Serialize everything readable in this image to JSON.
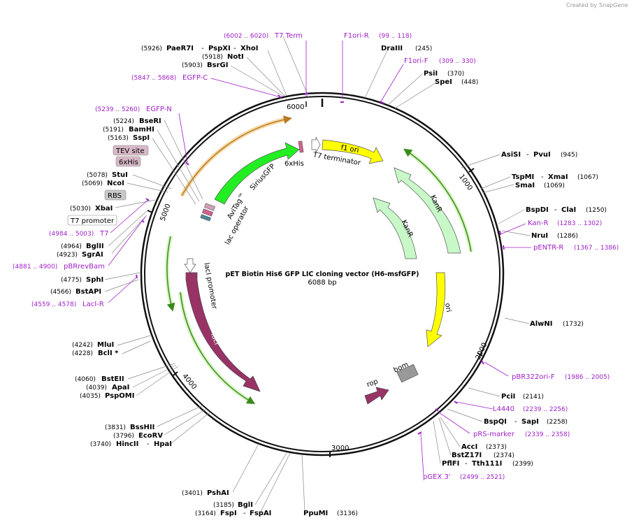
{
  "header": {
    "created_by": "Created by",
    "brand": "SnapGene"
  },
  "map": {
    "title": "pET Biotin His6 GFP LIC cloning vector (H6-msfGFP)",
    "length": "6088 bp",
    "ticks": [
      "1000",
      "2000",
      "3000",
      "4000",
      "5000",
      "6000"
    ]
  },
  "features": {
    "siriusgfp": "SiriusGFP",
    "his6": "6xHis",
    "avitag": "AviTag™",
    "lac_operator": "lac operator",
    "t7_terminator": "T7 terminator",
    "f1_ori": "f1 ori",
    "kanr_1": "KanR",
    "kanr_2": "KanR",
    "ori": "ori",
    "laci_promoter": "lacI promoter",
    "laci": "lacI",
    "rop": "rop",
    "bom": "bom"
  },
  "boxed": {
    "tev": "TEV site",
    "his6": "6xHis",
    "rbs": "RBS",
    "t7_promoter": "T7 promoter"
  },
  "enzymes": {
    "paer7i": "PaeR7I",
    "paer7i_pos": "(5926)",
    "pspxi": "PspXI",
    "xhoi": "XhoI",
    "noti": "NotI",
    "noti_pos": "(5918)",
    "bsrgi": "BsrGI",
    "bsrgi_pos": "(5903)",
    "drai": "DraIII",
    "drai_pos": "(245)",
    "psii": "PsiI",
    "psii_pos": "(370)",
    "spei": "SpeI",
    "spei_pos": "(448)",
    "bseri": "BseRI",
    "bseri_pos": "(5224)",
    "bamhi": "BamHI",
    "bamhi_pos": "(5191)",
    "sspi": "SspI",
    "sspi_pos": "(5163)",
    "stui": "StuI",
    "stui_pos": "(5078)",
    "ncoi": "NcoI",
    "ncoi_pos": "(5069)",
    "xbai": "XbaI",
    "xbai_pos": "(5030)",
    "bglii": "BglII",
    "bglii_pos": "(4964)",
    "sgrai": "SgrAI",
    "sgrai_pos": "(4923)",
    "sphi": "SphI",
    "sphi_pos": "(4775)",
    "bstapi": "BstAPI",
    "bstapi_pos": "(4566)",
    "mlui": "MluI",
    "mlui_pos": "(4242)",
    "bcli": "BclI *",
    "bcli_pos": "(4228)",
    "bsteii": "BstEII",
    "bsteii_pos": "(4060)",
    "apai": "ApaI",
    "apai_pos": "(4039)",
    "pspomi": "PspOMI",
    "pspomi_pos": "(4035)",
    "bsshii": "BssHII",
    "bsshii_pos": "(3831)",
    "ecorv": "EcoRV",
    "ecorv_pos": "(3796)",
    "hincii": "HincII",
    "hpai": "HpaI",
    "hincii_pos": "(3740)",
    "pshai": "PshAI",
    "pshai_pos": "(3401)",
    "bgli": "BglI",
    "bgli_pos": "(3185)",
    "fspi": "FspI",
    "fspai": "FspAI",
    "fspi_pos": "(3164)",
    "ppumi": "PpuMI",
    "ppumi_pos": "(3136)",
    "asisi": "AsiSI",
    "pvui": "PvuI",
    "asisi_pos": "(945)",
    "tspmi": "TspMI",
    "xmai": "XmaI",
    "tspmi_pos": "(1067)",
    "smai": "SmaI",
    "smai_pos": "(1069)",
    "bspdi": "BspDI",
    "clai": "ClaI",
    "bspdi_pos": "(1250)",
    "nrui": "NruI",
    "nrui_pos": "(1286)",
    "alwni": "AlwNI",
    "alwni_pos": "(1732)",
    "pcii": "PciI",
    "pcii_pos": "(2141)",
    "bspqi": "BspQI",
    "sapi": "SapI",
    "bspqi_pos": "(2258)",
    "acci": "AccI",
    "acci_pos": "(2373)",
    "bstz17i": "BstZ17I",
    "bstz17i_pos": "(2374)",
    "pflfi": "PflFI",
    "tth111i": "Tth111I",
    "pflfi_pos": "(2399)"
  },
  "primers": {
    "t7term": "T7 Term",
    "t7term_pos": "(6002 .. 6020)",
    "f1orir": "F1ori-R",
    "f1orir_pos": "(99 .. 118)",
    "f1orif": "F1ori-F",
    "f1orif_pos": "(309 .. 330)",
    "egfpc": "EGFP-C",
    "egfpc_pos": "(5847 .. 5868)",
    "egfpn": "EGFP-N",
    "egfpn_pos": "(5239 .. 5260)",
    "t7": "T7",
    "t7_pos": "(4984 .. 5003)",
    "pbrrevbam": "pBRrevBam",
    "pbrrevbam_pos": "(4881 .. 4900)",
    "lacir": "LacI-R",
    "lacir_pos": "(4559 .. 4578)",
    "kanr": "Kan-R",
    "kanr_pos": "(1283 .. 1302)",
    "pentrr": "pENTR-R",
    "pentrr_pos": "(1367 .. 1386)",
    "pbr322orif": "pBR322ori-F",
    "pbr322orif_pos": "(1986 .. 2005)",
    "l4440": "L4440",
    "l4440_pos": "(2239 .. 2256)",
    "prsmarker": "pRS-marker",
    "prsmarker_pos": "(2339 .. 2358)",
    "pgex3": "pGEX 3'",
    "pgex3_pos": "(2499 .. 2521)"
  },
  "colors": {
    "siriusgfp": "#22ee22",
    "f1_ori": "#ffff00",
    "ori": "#ffff00",
    "kanr": "#c8f7c8",
    "laci": "#993366",
    "rop": "#993366",
    "bom": "#999999",
    "primer": "#a020c8",
    "highlight_orange": "#e8a040",
    "highlight_green": "#88dd66"
  }
}
